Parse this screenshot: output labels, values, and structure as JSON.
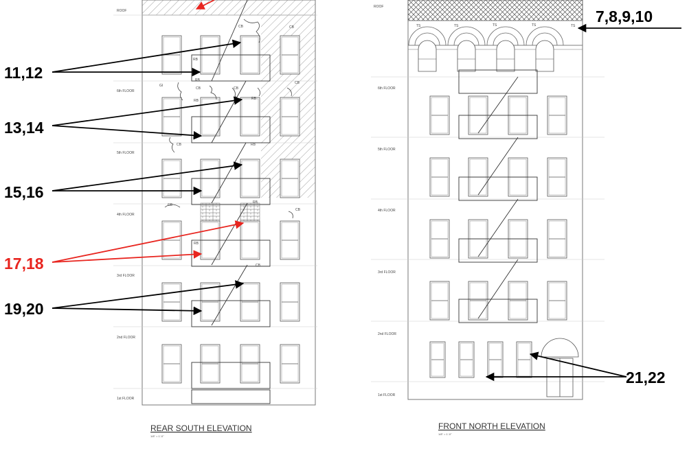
{
  "rear": {
    "title": "REAR SOUTH ELEVATION",
    "scale": "1/8\" = 1'-0\"",
    "floors": [
      "ROOF",
      "6th FLOOR",
      "5th FLOOR",
      "4th FLOOR",
      "3rd FLOOR",
      "2nd FLOOR",
      "1st FLOOR"
    ],
    "tags": [
      "CB",
      "CB",
      "RB",
      "RB",
      "GI",
      "CB",
      "CB",
      "CB",
      "CB",
      "RB",
      "CB",
      "RB",
      "CB",
      "RB",
      "CB",
      "RB",
      "RB"
    ]
  },
  "front": {
    "title": "FRONT NORTH ELEVATION",
    "scale": "1/8\" = 1'-0\"",
    "floors": [
      "ROOF",
      "6th FLOOR",
      "5th FLOOR",
      "4th FLOOR",
      "3rd FLOOR",
      "2nd FLOOR",
      "1st FLOOR"
    ],
    "tags": [
      "TS",
      "TS",
      "TS",
      "TS",
      "TS"
    ]
  },
  "callouts": [
    {
      "label": "7,8,9,10",
      "color": "#000000"
    },
    {
      "label": "11,12",
      "color": "#000000"
    },
    {
      "label": "13,14",
      "color": "#000000"
    },
    {
      "label": "15,16",
      "color": "#000000"
    },
    {
      "label": "17,18",
      "color": "#e8251f"
    },
    {
      "label": "19,20",
      "color": "#000000"
    },
    {
      "label": "21,22",
      "color": "#000000"
    }
  ]
}
